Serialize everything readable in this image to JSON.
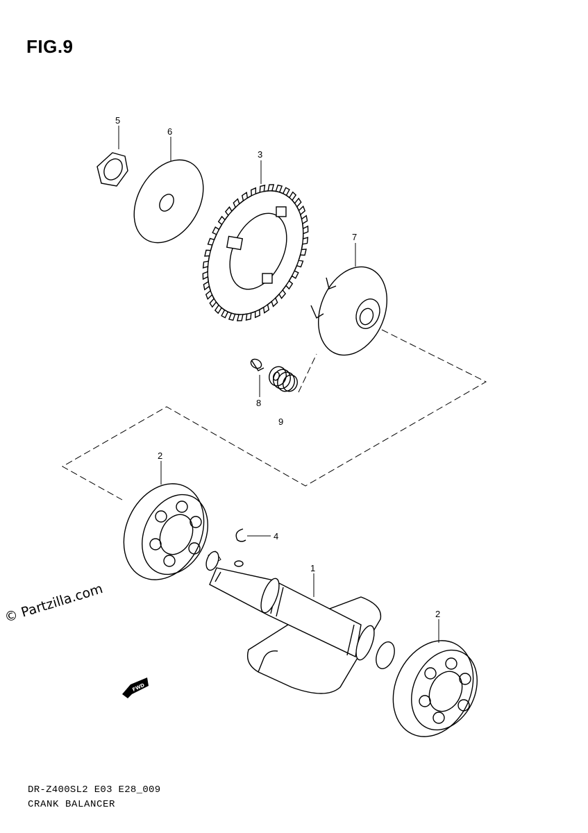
{
  "figure": {
    "title": "FIG.9"
  },
  "watermark": "© Partzilla.com",
  "footer": {
    "code": "DR-Z400SL2 E03 E28_009",
    "title": "CRANK BALANCER"
  },
  "fwd_label": "FWD",
  "callouts": {
    "c1": "1",
    "c2a": "2",
    "c2b": "2",
    "c3": "3",
    "c4": "4",
    "c5": "5",
    "c6": "6",
    "c7": "7",
    "c8": "8",
    "c9": "9"
  }
}
